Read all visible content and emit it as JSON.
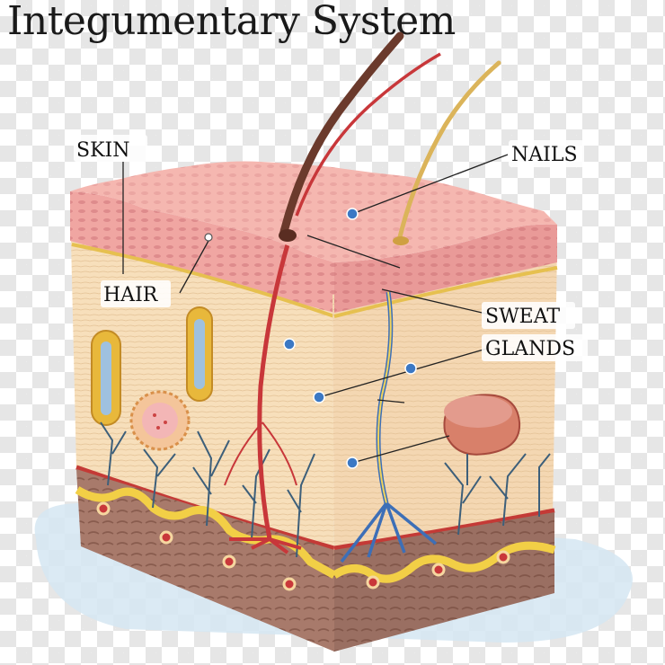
{
  "title": "Integumentary System",
  "labels": {
    "skin": "SKIN",
    "hair": "HAIR",
    "nails": "NAILS",
    "sweat_line1": "SWEAT",
    "sweat_line2": "GLANDS"
  },
  "colors": {
    "epidermis": "#f0a7a4",
    "dermis": "#f6dcb8",
    "hypodermis": "#a5776a",
    "artery": "#c8373a",
    "vein": "#3d6fb7",
    "nerve": "#3d5f7a",
    "marker": "#3b78c4"
  }
}
